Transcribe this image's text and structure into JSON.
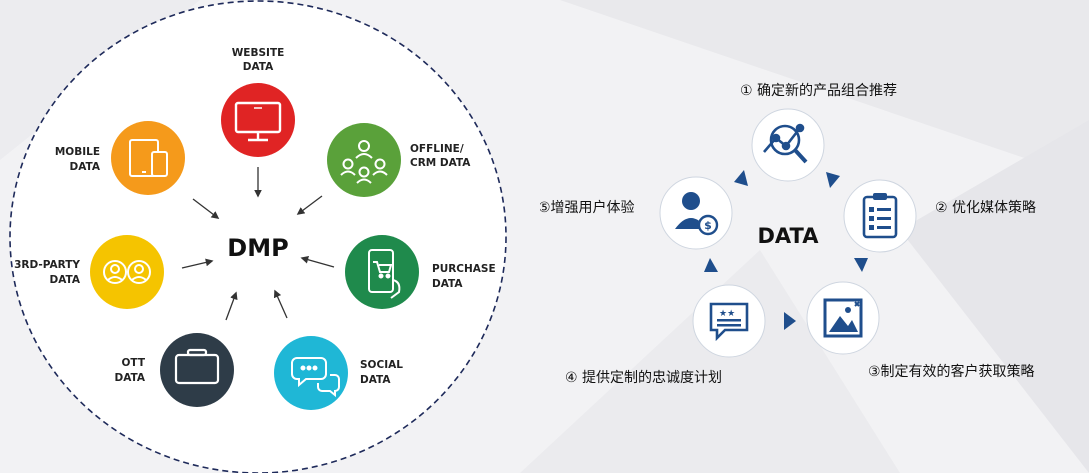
{
  "dmp": {
    "center_label": "DMP",
    "sources": [
      {
        "id": "website",
        "lines": [
          "WEBSITE",
          "DATA"
        ],
        "color": "#e02424",
        "icon": "monitor-icon"
      },
      {
        "id": "offline",
        "lines": [
          "OFFLINE/",
          "CRM DATA"
        ],
        "color": "#5aa13a",
        "icon": "people-network-icon"
      },
      {
        "id": "purchase",
        "lines": [
          "PURCHASE",
          "DATA"
        ],
        "color": "#1f8a4c",
        "icon": "phone-cart-icon"
      },
      {
        "id": "social",
        "lines": [
          "SOCIAL",
          "DATA"
        ],
        "color": "#1fb7d6",
        "icon": "chat-bubbles-icon"
      },
      {
        "id": "ott",
        "lines": [
          "OTT",
          "DATA"
        ],
        "color": "#2e3c48",
        "icon": "tv-icon"
      },
      {
        "id": "thirdparty",
        "lines": [
          "3RD-PARTY",
          "DATA"
        ],
        "color": "#f5c400",
        "icon": "users-icon"
      },
      {
        "id": "mobile",
        "lines": [
          "MOBILE",
          "DATA"
        ],
        "color": "#f59a1b",
        "icon": "devices-icon"
      }
    ]
  },
  "cycle": {
    "center_label": "DATA",
    "steps": [
      {
        "id": "s1",
        "label": "① 确定新的产品组合推荐",
        "icon": "analytics-search-icon"
      },
      {
        "id": "s2",
        "label": "② 优化媒体策略",
        "icon": "checklist-icon"
      },
      {
        "id": "s3",
        "label": "③制定有效的客户获取策略",
        "icon": "image-frame-icon"
      },
      {
        "id": "s4",
        "label": "④ 提供定制的忠诚度计划",
        "icon": "review-card-icon"
      },
      {
        "id": "s5",
        "label": "⑤增强用户体验",
        "icon": "user-dollar-icon"
      }
    ],
    "accent": "#1f4e8c"
  }
}
